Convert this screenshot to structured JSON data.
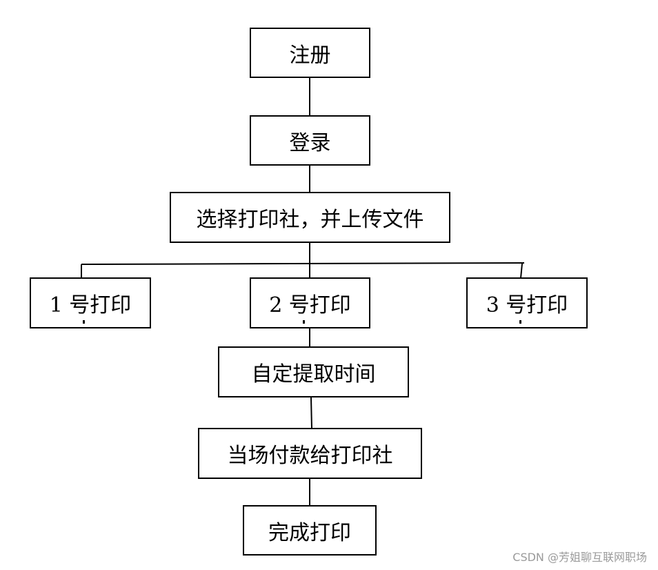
{
  "flowchart": {
    "register": "注册",
    "login": "登录",
    "select_and_upload": "选择打印社，并上传文件",
    "printer_1": "1 号打印",
    "printer_2": "2 号打印",
    "printer_3": "3 号打印",
    "pickup_time": "自定提取时间",
    "pay_onsite": "当场付款给打印社",
    "finish": "完成打印"
  },
  "watermark": "CSDN @芳姐聊互联网职场"
}
